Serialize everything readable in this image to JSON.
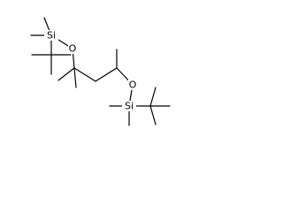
{
  "molecule": {
    "atoms": [
      {
        "id": "si1",
        "element": "Si",
        "label": "Si"
      },
      {
        "id": "o1",
        "element": "O",
        "label": "O"
      },
      {
        "id": "o2",
        "element": "O",
        "label": "O"
      },
      {
        "id": "si2",
        "element": "Si",
        "label": "Si"
      }
    ],
    "colors": {
      "bond": "#000000",
      "label": "#000000",
      "background": "#ffffff"
    }
  }
}
